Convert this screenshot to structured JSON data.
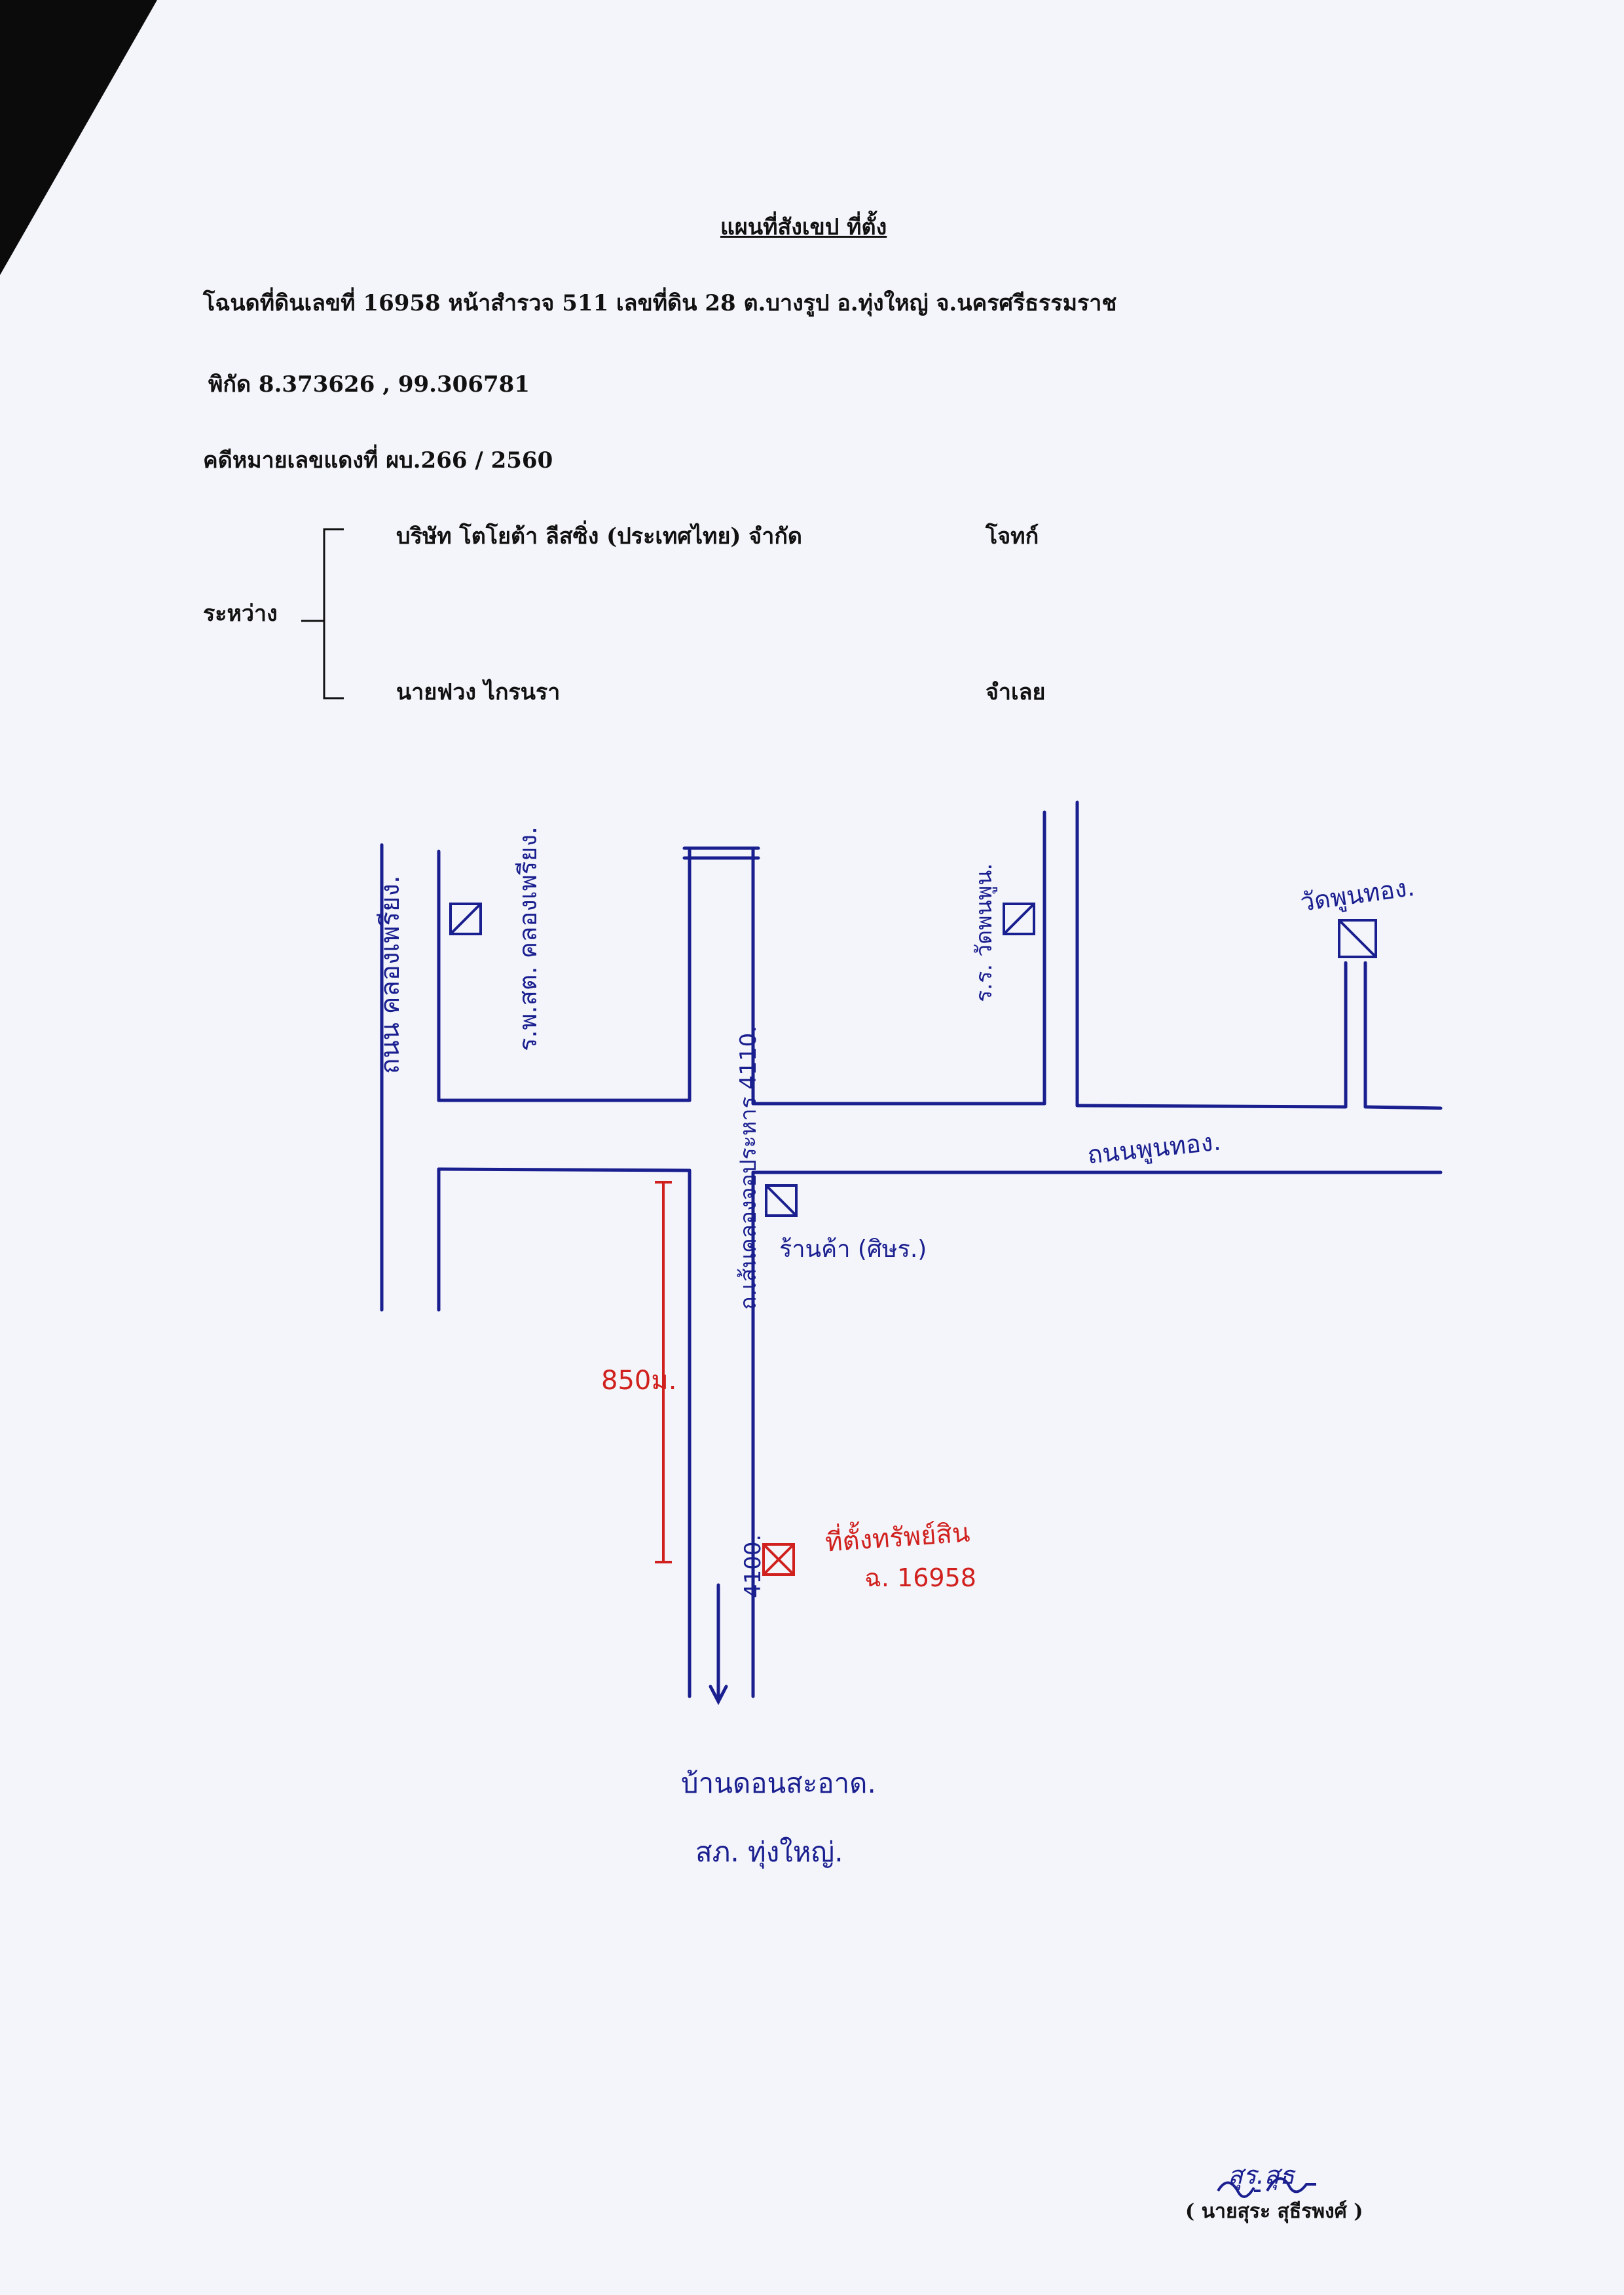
{
  "document": {
    "title": "แผนที่สังเขป ที่ตั้ง",
    "deed_line": "โฉนดที่ดินเลขที่ 16958 หน้าสำรวจ 511 เลขที่ดิน 28 ต.บางรูป อ.ทุ่งใหญ่ จ.นครศรีธรรมราช",
    "coords_line": "พิกัด 8.373626 , 99.306781",
    "case_line": "คดีหมายเลขแดงที่ ผบ.266 / 2560",
    "between_label": "ระหว่าง",
    "plaintiff_name": "บริษัท โตโยต้า ลีสซิ่ง (ประเทศไทย) จำกัด",
    "plaintiff_role": "โจทก์",
    "defendant_name": "นายฟวง ไกรนรา",
    "defendant_role": "จำเลย",
    "signer_name": "( นายสุระ สุธีรพงศ์ )"
  },
  "map": {
    "road_left": "ถนน คลองเพรียง.",
    "hospital": "ร.พ.สต. คลองเพรียง.",
    "road_main": "ถ.เส้นคลองจอประหาร 4110.",
    "school": "ร.ร. วัดพนพูน.",
    "temple": "วัดพูนทอง.",
    "road_right": "ถนนพูนทอง.",
    "shop": "ร้านค้า (ศิษร.)",
    "distance": "850ม.",
    "road_4100": "4100.",
    "property_line1": "ที่ตั้งทรัพย์สิน",
    "property_line2": "ฉ. 16958",
    "village": "บ้านดอนสะอาด.",
    "district": "สภ. ทุ่งใหญ่.",
    "signature": "สุร.สุธ"
  },
  "colors": {
    "ink_blue": "#1a1f8f",
    "ink_red": "#d0211e",
    "paper": "#f4f5fb"
  }
}
